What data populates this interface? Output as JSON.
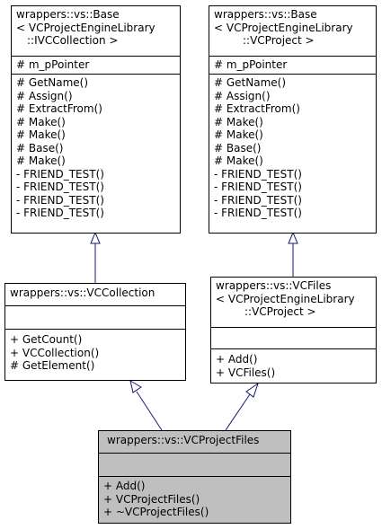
{
  "classes": {
    "base_ivc": {
      "title": [
        "wrappers::vs::Base",
        "< VCProjectEngineLibrary",
        "::IVCCollection >"
      ],
      "attributes": [
        "# m_pPointer"
      ],
      "methods": [
        "# GetName()",
        "# Assign()",
        "# ExtractFrom()",
        "# Make()",
        "# Make()",
        "# Base()",
        "# Make()",
        "- FRIEND_TEST()",
        "- FRIEND_TEST()",
        "- FRIEND_TEST()",
        "- FRIEND_TEST()"
      ]
    },
    "base_vcp": {
      "title": [
        "wrappers::vs::Base",
        "< VCProjectEngineLibrary",
        "::VCProject >"
      ],
      "attributes": [
        "# m_pPointer"
      ],
      "methods": [
        "# GetName()",
        "# Assign()",
        "# ExtractFrom()",
        "# Make()",
        "# Make()",
        "# Base()",
        "# Make()",
        "- FRIEND_TEST()",
        "- FRIEND_TEST()",
        "- FRIEND_TEST()",
        "- FRIEND_TEST()"
      ]
    },
    "vccollection": {
      "title": [
        "wrappers::vs::VCCollection"
      ],
      "attributes": [],
      "methods": [
        "+ GetCount()",
        "+ VCCollection()",
        "# GetElement()"
      ]
    },
    "vcfiles": {
      "title": [
        "wrappers::vs::VCFiles",
        "< VCProjectEngineLibrary",
        "::VCProject >"
      ],
      "attributes": [],
      "methods": [
        "+ Add()",
        "+ VCFiles()"
      ]
    },
    "vcprojectfiles": {
      "title": [
        "wrappers::vs::VCProjectFiles"
      ],
      "attributes": [],
      "methods": [
        "+ Add()",
        "+ VCProjectFiles()",
        "+ ~VCProjectFiles()"
      ]
    }
  },
  "colors": {
    "edge": "#191970",
    "highlight_fill": "#bfbfbf",
    "border": "#000000"
  }
}
